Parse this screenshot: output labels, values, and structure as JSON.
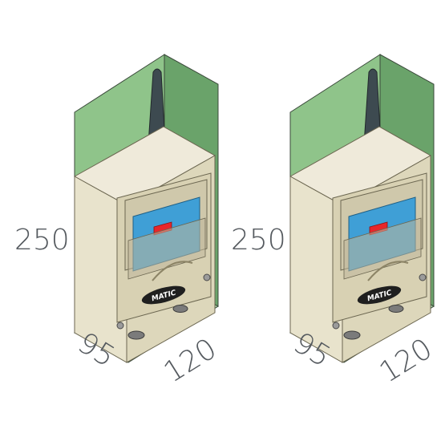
{
  "units": [
    {
      "brand": "MATIC",
      "dimensions": {
        "height": "250",
        "depth": "95",
        "width": "120"
      }
    },
    {
      "brand": "MATIC",
      "dimensions": {
        "height": "250",
        "depth": "95",
        "width": "120"
      }
    }
  ],
  "colors": {
    "envelope_green": "#8fc48a",
    "envelope_green_dark": "#6aa36a",
    "enclosure_beige": "#e8e3cc",
    "enclosure_shadow": "#cfc8ab",
    "window_blue": "#3f9fd6",
    "indicator_red": "#e8262a",
    "antenna": "#3d4a50",
    "label_gray": "#555a5f"
  },
  "icons": [
    "antenna-icon",
    "screw-icon",
    "cable-gland-icon",
    "brand-logo"
  ]
}
